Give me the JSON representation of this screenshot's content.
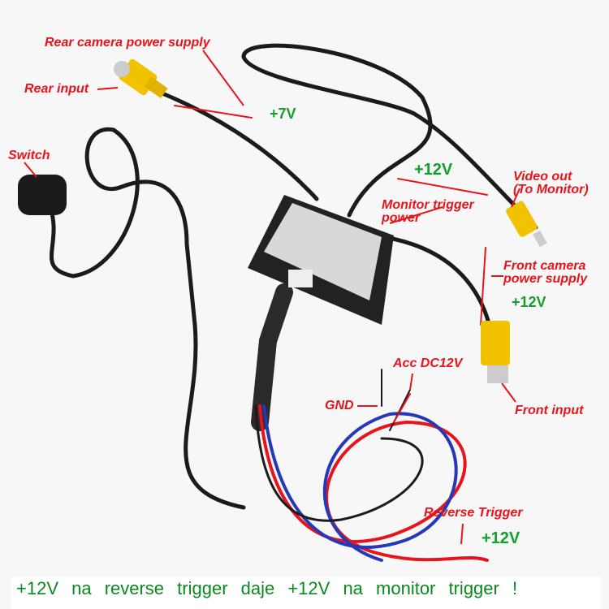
{
  "labels": {
    "rear_power": "Rear camera power supply",
    "rear_input": "Rear input",
    "switch": "Switch",
    "video_out": "Video out",
    "video_out_sub": "(To Monitor)",
    "monitor_trigger": "Monitor trigger",
    "monitor_trigger_sub": "power",
    "front_power": "Front camera",
    "front_power_sub": "power supply",
    "front_input": "Front input",
    "acc": "Acc DC12V",
    "gnd": "GND",
    "reverse_trigger": "Reverse Trigger"
  },
  "voltages": {
    "rear": "+7V",
    "monitor": "+12V",
    "front": "+12V",
    "reverse": "+12V"
  },
  "caption": "+12V na reverse trigger daje +12V na monitor trigger !",
  "colors": {
    "label": "#e8141b",
    "voltage": "#12a12a",
    "rca": "#f2c200"
  }
}
